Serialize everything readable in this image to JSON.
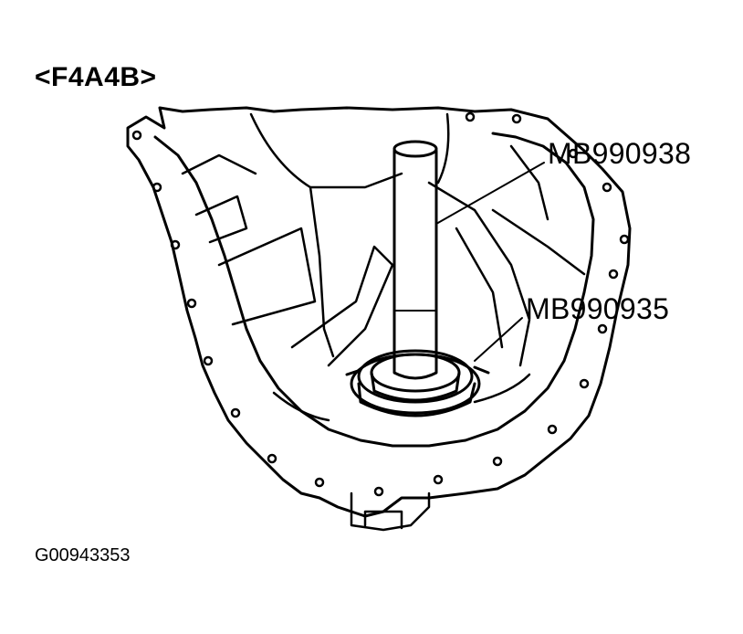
{
  "figure": {
    "title": "<F4A4B>",
    "figure_code": "G00943353",
    "callouts": [
      {
        "label": "MB990938"
      },
      {
        "label": "MB990935"
      }
    ]
  }
}
